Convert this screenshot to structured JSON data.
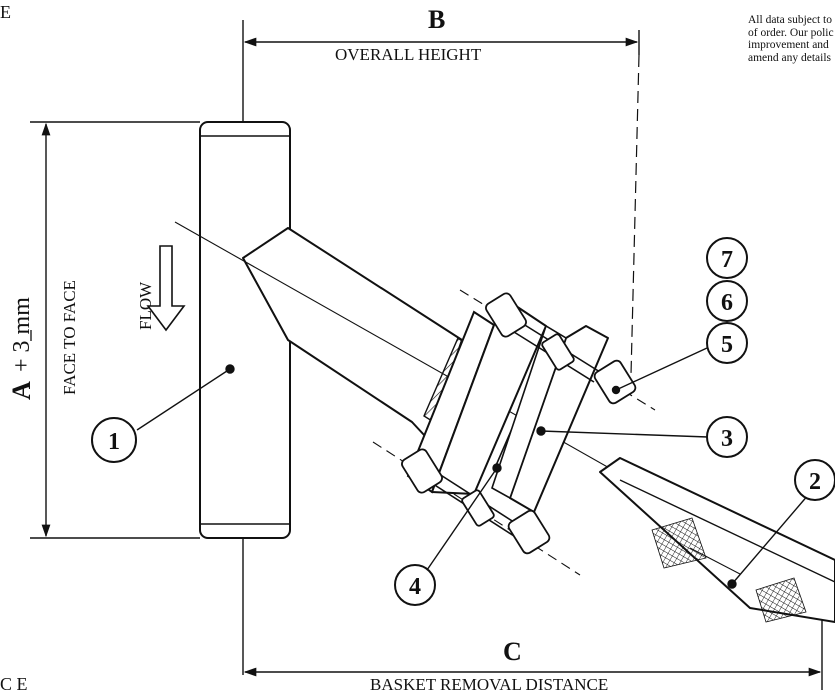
{
  "corner_label_top": "E",
  "corner_label_bottom": "C E",
  "note_lines": [
    "All data subject to",
    "of order. Our polic",
    "improvement and",
    "amend any details"
  ],
  "dimensions": {
    "a": {
      "letter": "A",
      "tolerance": "+ 3 mm",
      "label": "FACE TO FACE"
    },
    "b": {
      "letter": "B",
      "label": "OVERALL HEIGHT"
    },
    "c": {
      "letter": "C",
      "label": "BASKET REMOVAL DISTANCE"
    }
  },
  "flow_label": "FLOW",
  "callouts": [
    "1",
    "2",
    "3",
    "4",
    "5",
    "6",
    "7"
  ],
  "colors": {
    "line": "#111111",
    "background": "#ffffff"
  }
}
